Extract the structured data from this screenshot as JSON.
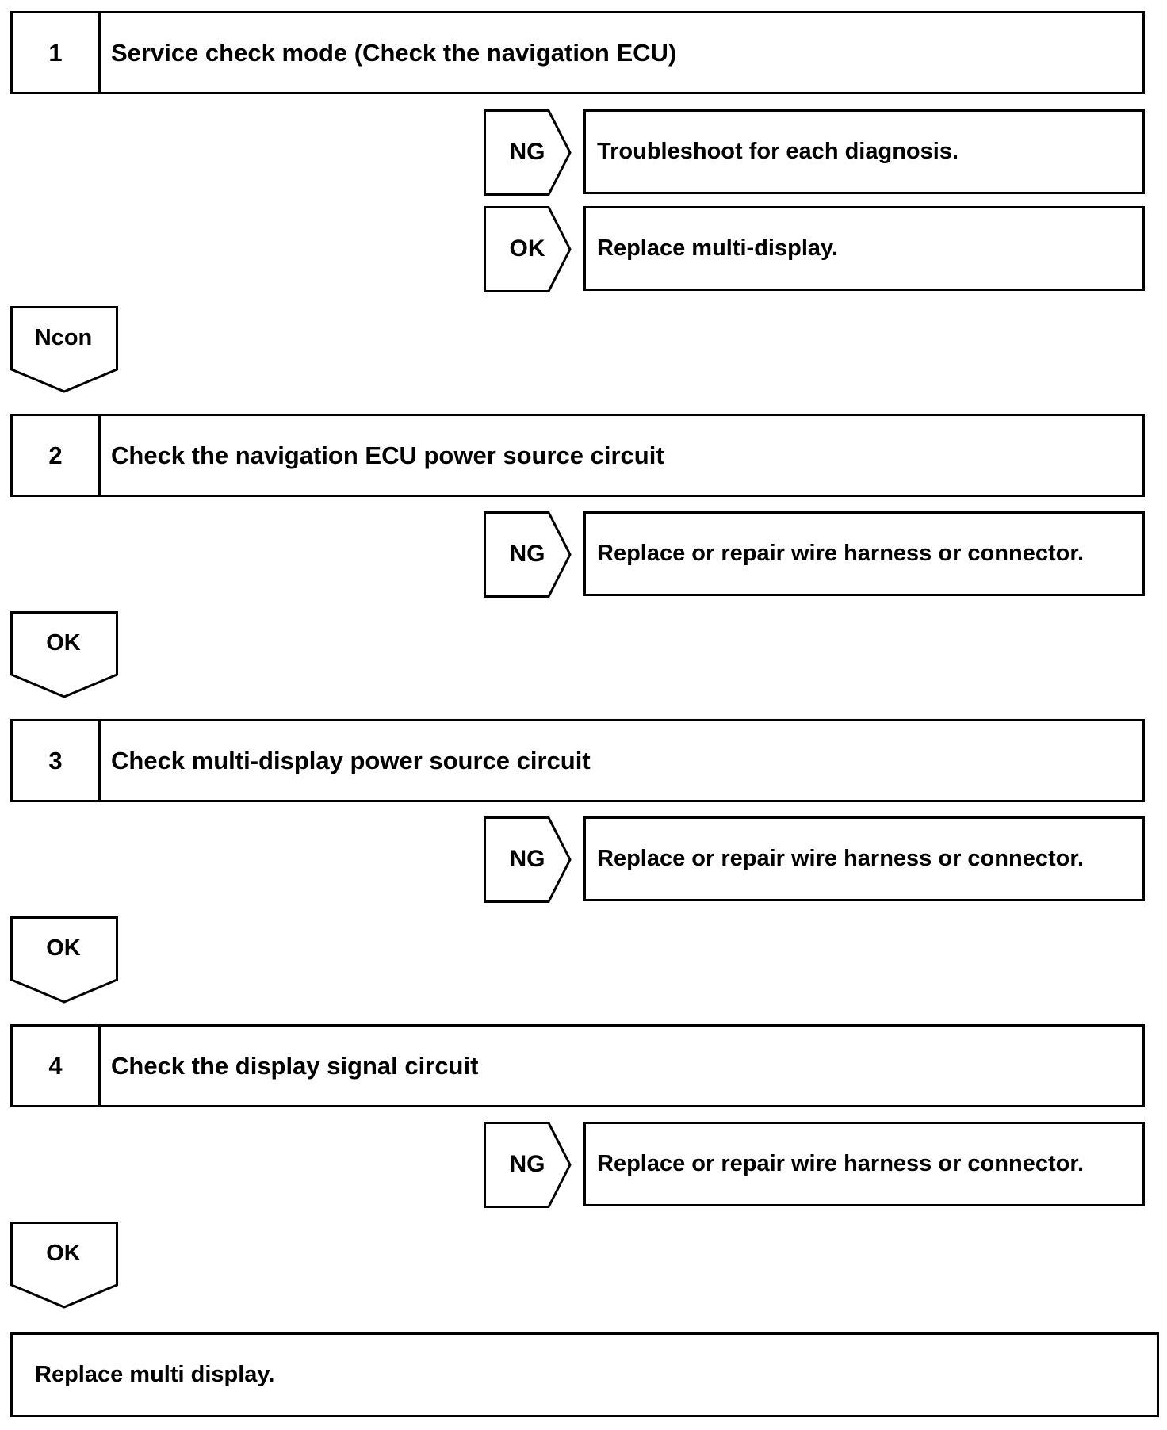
{
  "steps": [
    {
      "number": "1",
      "title": "Service check mode (Check the navigation ECU)"
    },
    {
      "number": "2",
      "title": "Check the navigation ECU power source circuit"
    },
    {
      "number": "3",
      "title": "Check multi-display power source circuit"
    },
    {
      "number": "4",
      "title": "Check the display signal circuit"
    }
  ],
  "branches": [
    {
      "label": "NG",
      "result": "Troubleshoot for each diagnosis."
    },
    {
      "label": "OK",
      "result": "Replace  multi-display."
    },
    {
      "label": "NG",
      "result": "Replace or repair wire harness or connector."
    },
    {
      "label": "NG",
      "result": "Replace or repair wire harness or connector."
    },
    {
      "label": "NG",
      "result": "Replace or repair wire harness or connector."
    }
  ],
  "transitions": [
    "Ncon",
    "OK",
    "OK",
    "OK"
  ],
  "final": "Replace multi display."
}
